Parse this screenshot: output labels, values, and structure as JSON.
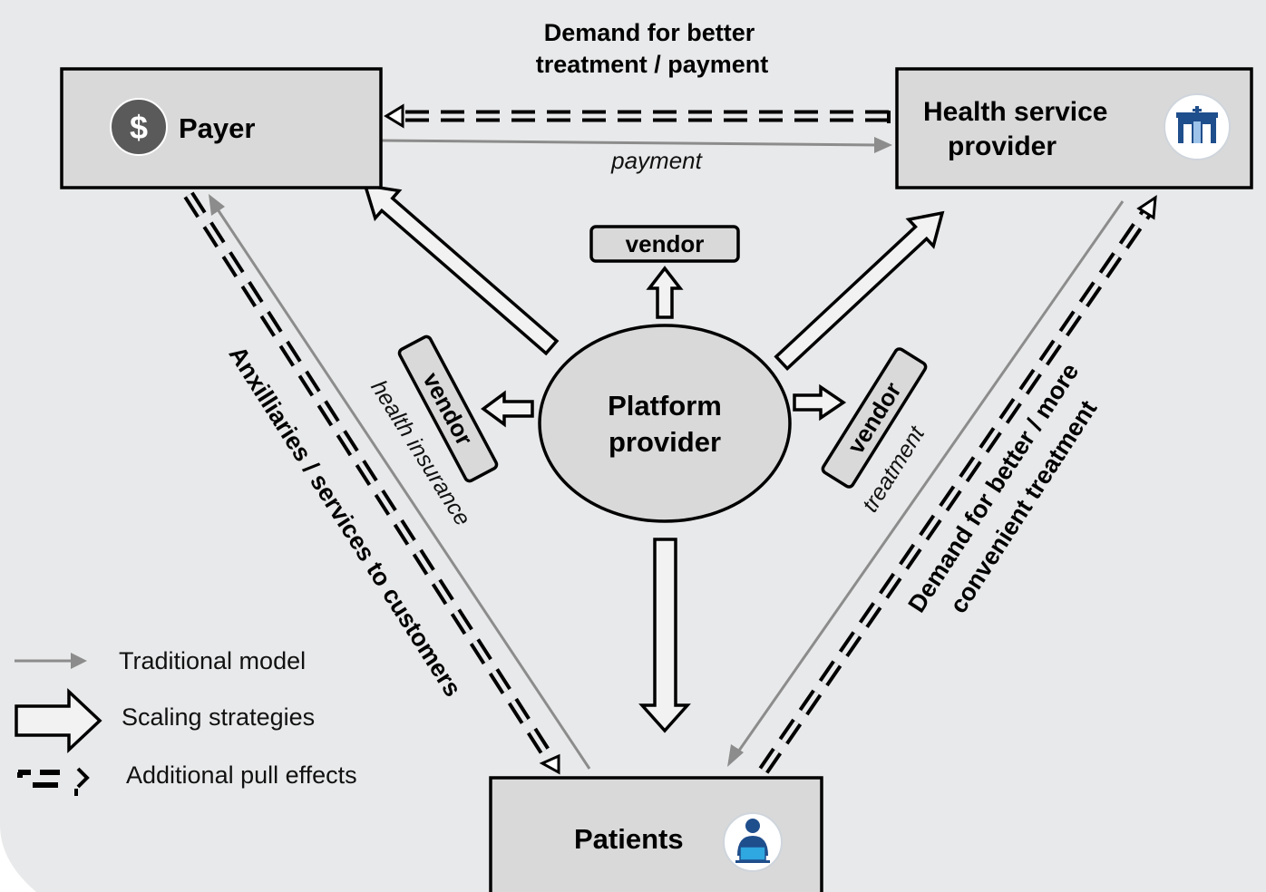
{
  "nodes": {
    "payer": "Payer",
    "health_provider_line1": "Health service",
    "health_provider_line2": "provider",
    "platform_line1": "Platform",
    "platform_line2": "provider",
    "patients": "Patients",
    "vendor_top": "vendor",
    "vendor_left": "vendor",
    "vendor_right": "vendor"
  },
  "edge_labels": {
    "demand_top_line1": "Demand for better",
    "demand_top_line2": "treatment / payment",
    "payment": "payment",
    "auxiliaries": "Anxilliaries / services to customers",
    "health_insurance": "health insurance",
    "treatment": "treatment",
    "demand_right_line1": "Demand for better  / more",
    "demand_right_line2": "convenient treatment"
  },
  "legend": {
    "traditional": "Traditional model",
    "scaling": "Scaling strategies",
    "pull": "Additional pull effects"
  },
  "icons": {
    "payer": "dollar-icon",
    "health_provider": "hospital-icon",
    "patients": "person-laptop-icon"
  },
  "colors": {
    "background": "#e8e9ea",
    "box_fill": "#d9d9d9",
    "traditional_arrow": "#8c8c8c",
    "icon_gray": "#5a5a5a",
    "icon_blue": "#1f4e8c"
  }
}
